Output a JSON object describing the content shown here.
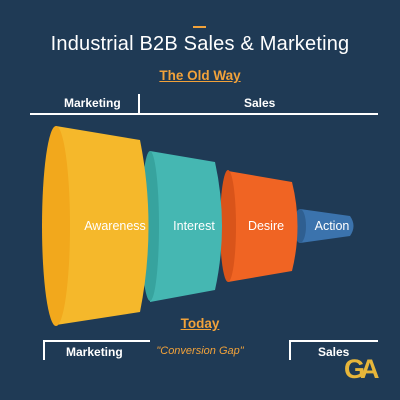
{
  "header": {
    "title": "Industrial B2B Sales & Marketing",
    "old_way": "The Old Way",
    "today": "Today"
  },
  "old_way_bar": {
    "marketing": "Marketing",
    "sales": "Sales"
  },
  "today_bar": {
    "marketing": "Marketing",
    "gap": "\"Conversion Gap\"",
    "sales": "Sales"
  },
  "funnel": {
    "stages": [
      {
        "label": "Awareness",
        "color": "#f5b82b"
      },
      {
        "label": "Interest",
        "color": "#45b7b2"
      },
      {
        "label": "Desire",
        "color": "#f06423"
      },
      {
        "label": "Action",
        "color": "#3b73ad"
      }
    ]
  },
  "colors": {
    "background": "#1f3a55",
    "accent": "#f2a23a",
    "line": "#ffffff"
  },
  "logo": {
    "text": "GA"
  }
}
